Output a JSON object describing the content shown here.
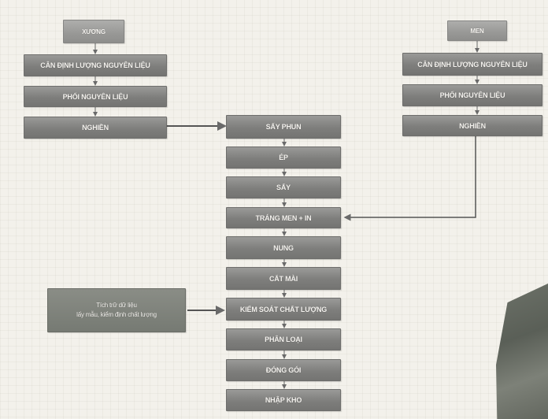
{
  "left_branch": {
    "header": "XƯƠNG",
    "steps": [
      "CÂN ĐỊNH LƯỢNG NGUYÊN LIỆU",
      "PHỐI NGUYÊN LIỆU",
      "NGHIỀN"
    ]
  },
  "right_branch": {
    "header": "MEN",
    "steps": [
      "CÂN ĐỊNH LƯỢNG NGUYÊN LIỆU",
      "PHỐI NGUYÊN LIỆU",
      "NGHIỀN"
    ]
  },
  "main_process": [
    "SẤY PHUN",
    "ÉP",
    "SẤY",
    "TRÁNG MEN + IN",
    "NUNG",
    "CẮT MÀI",
    "KIỂM SOÁT CHẤT LƯỢNG",
    "PHÂN LOẠI",
    "ĐÓNG GÓI",
    "NHẬP KHO"
  ],
  "side_note": {
    "line1": "Tích trữ dữ liệu",
    "line2": "lấy mẫu, kiểm định chất lượng"
  },
  "colors": {
    "box": "#7e7e7c",
    "arrow": "#6a6a6a",
    "background": "#f3f1eb"
  }
}
